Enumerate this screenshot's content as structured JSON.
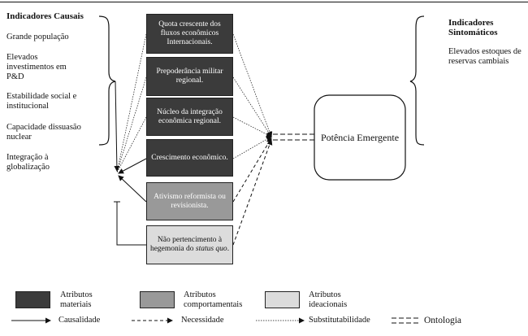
{
  "left_panel": {
    "title": "Indicadores Causais",
    "items": [
      "Grande população",
      "Elevados\ninvestimentos em\nP&D",
      "Estabilidade social e\ninstitucional",
      "Capacidade dissuasão\nnuclear",
      "Integração à\nglobalização"
    ]
  },
  "right_panel": {
    "title": "Indicadores\nSintomáticos",
    "items": [
      "Elevados estoques de\nreservas cambiais"
    ]
  },
  "attribute_boxes": [
    {
      "label": "Quota crescente dos\nfluxos econômicos\nInternacionais.",
      "kind": "materiais"
    },
    {
      "label": "Prepoderância militar\nregional.",
      "kind": "materiais"
    },
    {
      "label": "Núcleo da integração\neconômica regional.",
      "kind": "materiais"
    },
    {
      "label": "Crescimento econômico.",
      "kind": "materiais"
    },
    {
      "label": "Ativismo reformista ou\nrevisionista.",
      "kind": "comportamentais"
    },
    {
      "label_parts": [
        "Não pertencimento à\nhegemonia do ",
        "status quo",
        "."
      ],
      "kind": "ideacionais"
    }
  ],
  "target": {
    "label": "Potência Emergente"
  },
  "legend": {
    "swatches": [
      {
        "label": "Atributos\nmateriais",
        "color": "#3b3b3b"
      },
      {
        "label": "Atributos\ncomportamentais",
        "color": "#999999"
      },
      {
        "label": "Atributos\nideacionais",
        "color": "#dcdcdc"
      }
    ],
    "lines": [
      {
        "label": "Causalidade",
        "style": "solid-arrow"
      },
      {
        "label": "Necessidade",
        "style": "dashed-arrow"
      },
      {
        "label": "Substitutabilidade",
        "style": "dotted-arrow"
      },
      {
        "label": "Ontologia",
        "style": "double-dashed"
      }
    ]
  }
}
